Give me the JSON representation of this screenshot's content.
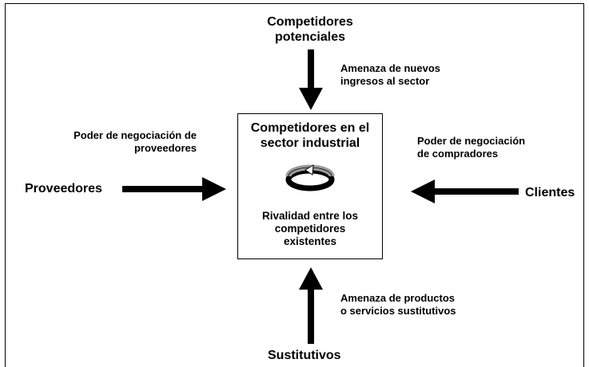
{
  "top": {
    "title_line1": "Competidores",
    "title_line2": "potenciales",
    "note_line1": "Amenaza de nuevos",
    "note_line2": "ingresos al sector"
  },
  "left": {
    "title": "Proveedores",
    "note_line1": "Poder de negociación de",
    "note_line2": "proveedores"
  },
  "right": {
    "title": "Clientes",
    "note_line1": "Poder de negociación",
    "note_line2": "de compradores"
  },
  "bottom": {
    "title": "Sustitutivos",
    "note_line1": "Amenaza de productos",
    "note_line2": "o servicios sustitutivos"
  },
  "center": {
    "title_line1": "Competidores en el",
    "title_line2": "sector industrial",
    "subtitle_line1": "Rivalidad entre los",
    "subtitle_line2": "competidores",
    "subtitle_line3": "existentes"
  },
  "colors": {
    "arrow": "#000000",
    "ring_light": "#9a9a9a",
    "ring_dark": "#000000"
  }
}
